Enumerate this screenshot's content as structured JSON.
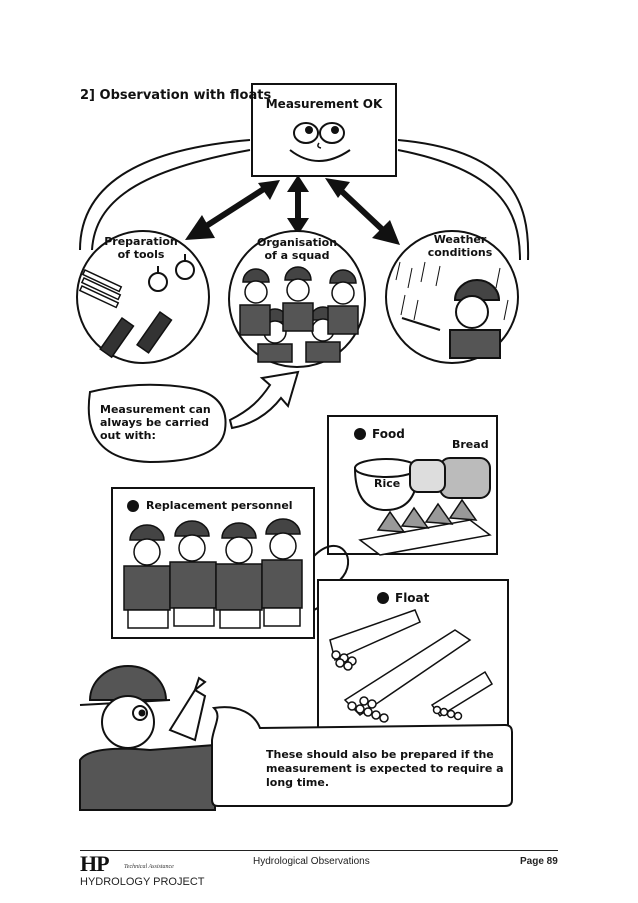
{
  "section_title": "2] Observation with floats",
  "top_box": {
    "label": "Measurement OK"
  },
  "circles": {
    "tools": "Preparation\nof tools",
    "squad": "Organisation\nof a squad",
    "weather": "Weather\nconditions"
  },
  "speech_left": "Measurement can\nalways be carried\nout with:",
  "panels": {
    "food": {
      "title": "Food",
      "bread": "Bread",
      "rice": "Rice"
    },
    "personnel": {
      "title": "Replacement personnel"
    },
    "float": {
      "title": "Float"
    }
  },
  "speech_bottom": "These should also be prepared if the\nmeasurement is expected to require a\nlong time.",
  "footer": {
    "logo_letters": "HP",
    "logo_sub": "Technical Assistance",
    "project": "HYDROLOGY PROJECT",
    "center": "Hydrological Observations",
    "page": "Page 89"
  }
}
